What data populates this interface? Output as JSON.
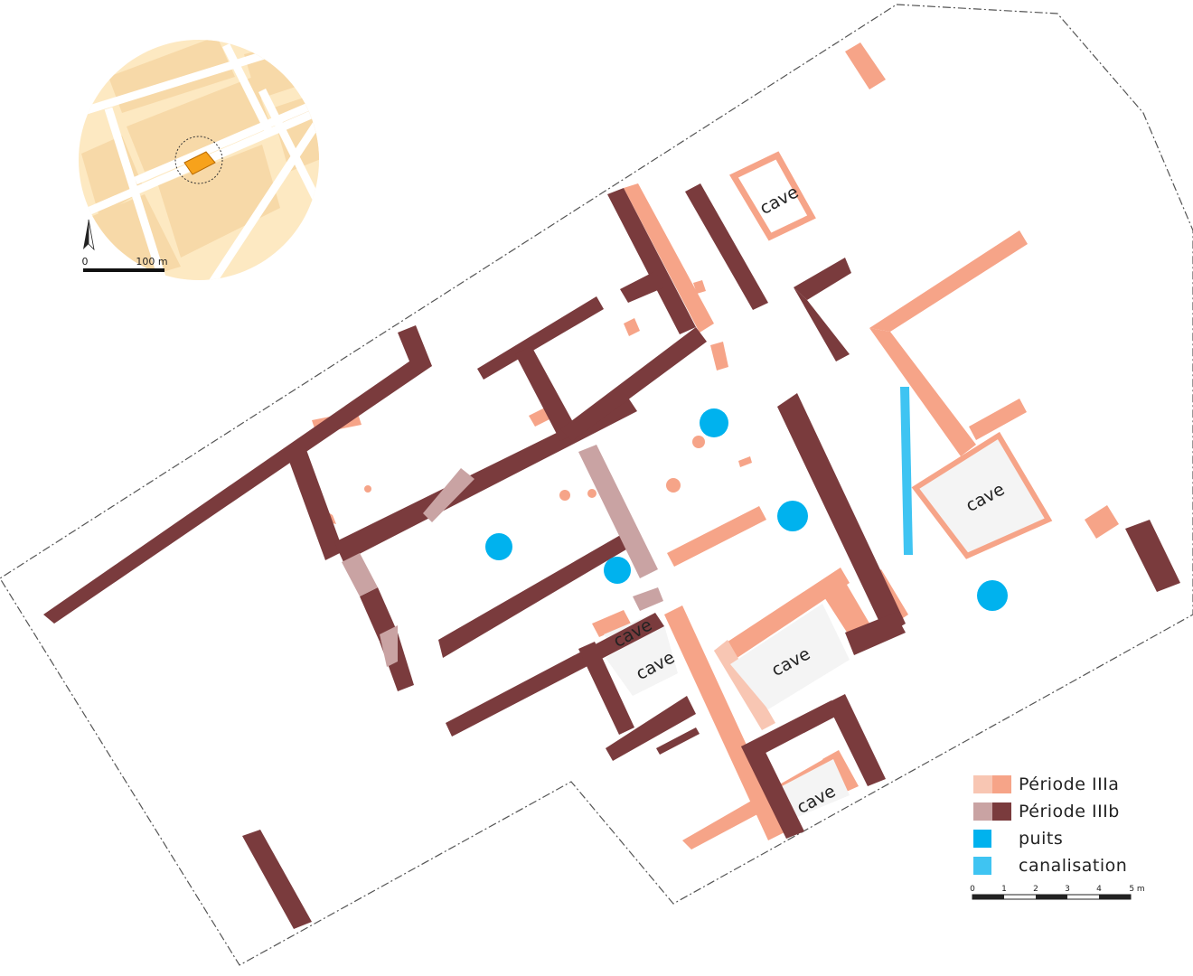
{
  "colors": {
    "periode_IIIa_light": "#f8c6b3",
    "periode_IIIa": "#f6a488",
    "periode_IIIb_light": "#c9a3a3",
    "periode_IIIb": "#7a3b3d",
    "puits": "#00b2ee",
    "canalisation": "#3fc4f2",
    "cave_fill": "#f4f4f4",
    "inset_background": "#fbe6bf",
    "inset_site": "#f7a21b"
  },
  "legend": [
    {
      "label": "Période IIIa",
      "color_light": "#f8c6b3",
      "color": "#f6a488"
    },
    {
      "label": "Période IIIb",
      "color_light": "#c9a3a3",
      "color": "#7a3b3d"
    },
    {
      "label": "puits",
      "color_light": "#00b2ee",
      "color": "#00b2ee"
    },
    {
      "label": "canalisation",
      "color_light": "#3fc4f2",
      "color": "#3fc4f2"
    }
  ],
  "cave_labels": [
    "cave",
    "cave",
    "cave",
    "cave",
    "cave",
    "cave"
  ],
  "scale_bar": {
    "ticks": [
      "0",
      "1",
      "2",
      "3",
      "4",
      "5 m"
    ]
  },
  "inset": {
    "scale_start": "0",
    "scale_end": "100 m",
    "north_arrow": "north-arrow-icon"
  }
}
